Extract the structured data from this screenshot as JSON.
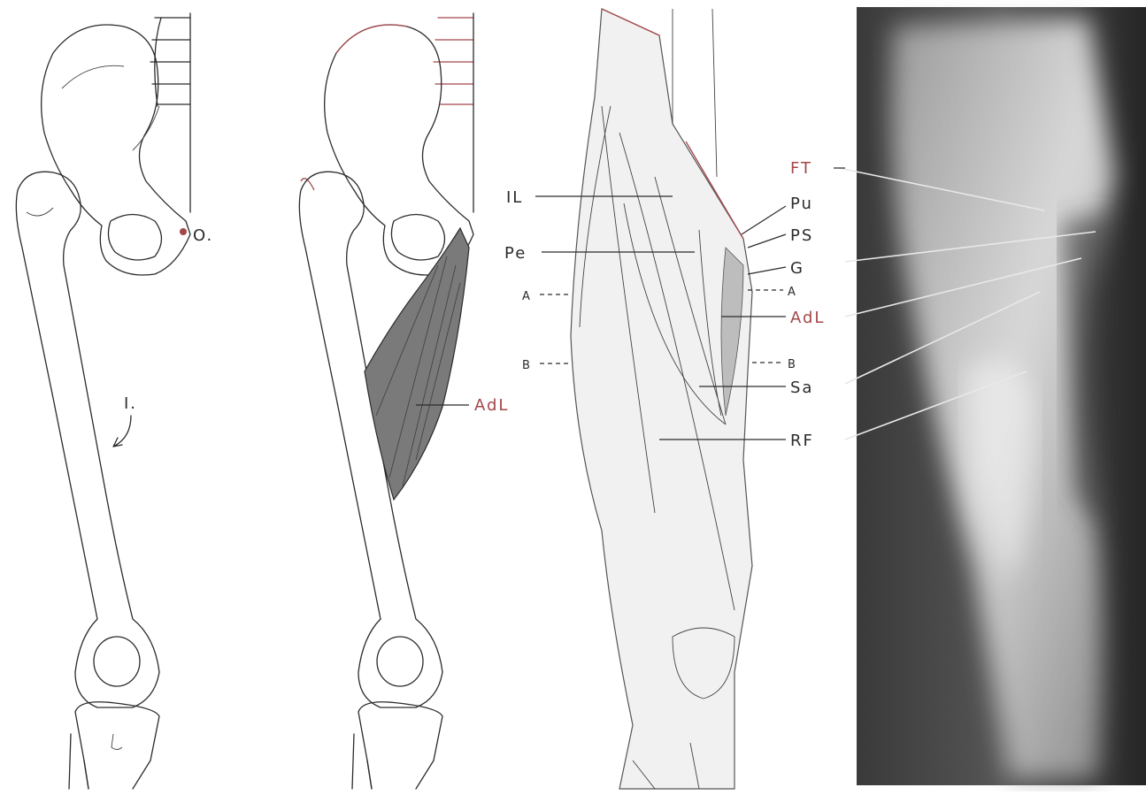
{
  "colors": {
    "ink": "#2b2b2b",
    "accent_red": "#a5464a",
    "muscle_shade": "#6d6d6d",
    "photo_dark": "#2a2a2a"
  },
  "panel1": {
    "origin_label": "O.",
    "insertion_label": "I."
  },
  "panel2": {
    "muscle_label": "AdL"
  },
  "panel3": {
    "labels": {
      "il": "IL",
      "pe": "Pe",
      "a_left": "A",
      "a_right": "A",
      "b_left": "B",
      "b_right": "B",
      "pu": "Pu",
      "ps": "PS",
      "g": "G",
      "adl": "AdL",
      "sa": "Sa",
      "rf": "RF"
    }
  },
  "panel4": {
    "labels": {
      "ft": "FT"
    }
  }
}
